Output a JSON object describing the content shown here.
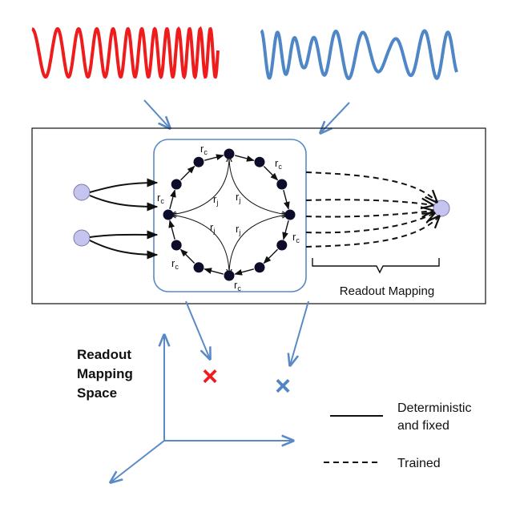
{
  "colors": {
    "signal_1": "#ee1c1c",
    "signal_2": "#4f86c6",
    "arrow_blue": "#5a8ac6",
    "node": "#0d0d2b",
    "io_node": "#c4c4ee",
    "reservoir_border": "#5a8ac6",
    "reservoir_fill": "#ffffff",
    "line": "#111111"
  },
  "labels": {
    "r_c": "r",
    "r_c_sub": "c",
    "r_j": "r",
    "r_j_sub": "j",
    "readout_mapping": "Readout Mapping",
    "space_title_1": "Readout",
    "space_title_2": "Mapping",
    "space_title_3": "Space"
  },
  "markers": {
    "signal_1_mark": "×",
    "signal_2_mark": "×"
  },
  "legend": {
    "solid_label_1": "Deterministic",
    "solid_label_2": "and fixed",
    "dashed_label": "Trained"
  }
}
